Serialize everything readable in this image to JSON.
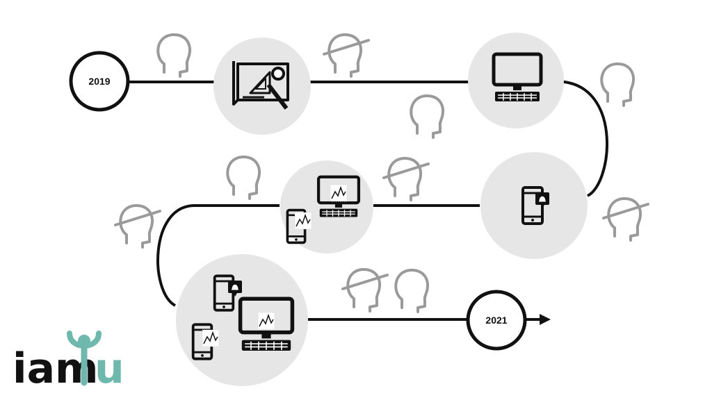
{
  "timeline": {
    "start_year": "2019",
    "end_year": "2021",
    "line_color": "#111111",
    "node_fill": "#e6e6e6",
    "head_color": "#9a9a9a",
    "stages": [
      {
        "name": "planning",
        "icon": "blueprint-icon"
      },
      {
        "name": "desktop",
        "icon": "desktop-computer-icon"
      },
      {
        "name": "mobile-notification",
        "icon": "phone-notification-icon"
      },
      {
        "name": "devices-analytics",
        "icon": "devices-chart-icon"
      },
      {
        "name": "multi-device-platform",
        "icon": "multi-device-icon"
      }
    ]
  },
  "logo": {
    "text_left": "iam",
    "text_right": "u",
    "accent_color": "#6fb8ad"
  }
}
